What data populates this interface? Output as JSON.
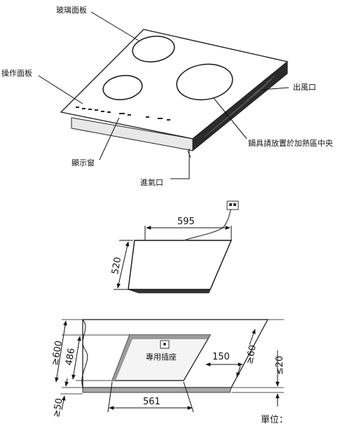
{
  "labels": {
    "glass_panel": "玻璃面板",
    "control_panel": "操作面板",
    "air_outlet": "出風口",
    "place_pot": "鍋具請放置於加熱區中央",
    "display_window": "顯示窗",
    "air_inlet": "進氣口",
    "dedicated_socket": "專用插座",
    "unit": "單位："
  },
  "dimensions": {
    "width": "595",
    "depth": "520",
    "cutout_width": "561",
    "cutout_depth": "486",
    "socket_offset": "150",
    "counter_depth": "≥600",
    "back_clearance": "≥60",
    "front_clearance": "≥50",
    "thickness": "≤20"
  }
}
